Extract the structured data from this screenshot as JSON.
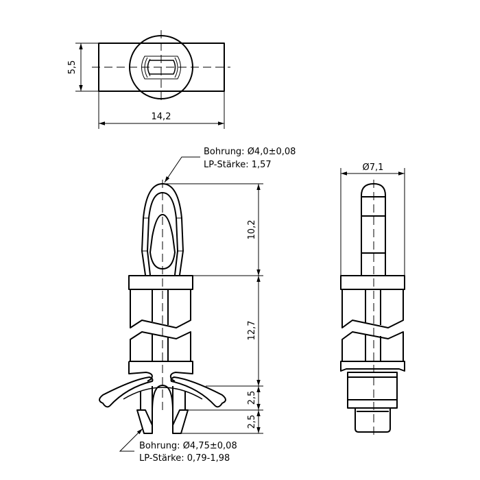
{
  "top_view": {
    "dim_height": "5,5",
    "dim_width": "14,2"
  },
  "front_view": {
    "top_note": {
      "line1": "Bohrung: Ø4,0±0,08",
      "line2": "LP-Stärke: 1,57"
    },
    "bottom_note": {
      "line1": "Bohrung: Ø4,75±0,08",
      "line2": "LP-Stärke: 0,79-1,98"
    },
    "dims": [
      "10,2",
      "12,7",
      "2,5",
      "2,5"
    ]
  },
  "side_view": {
    "dim_diameter": "Ø7,1"
  }
}
